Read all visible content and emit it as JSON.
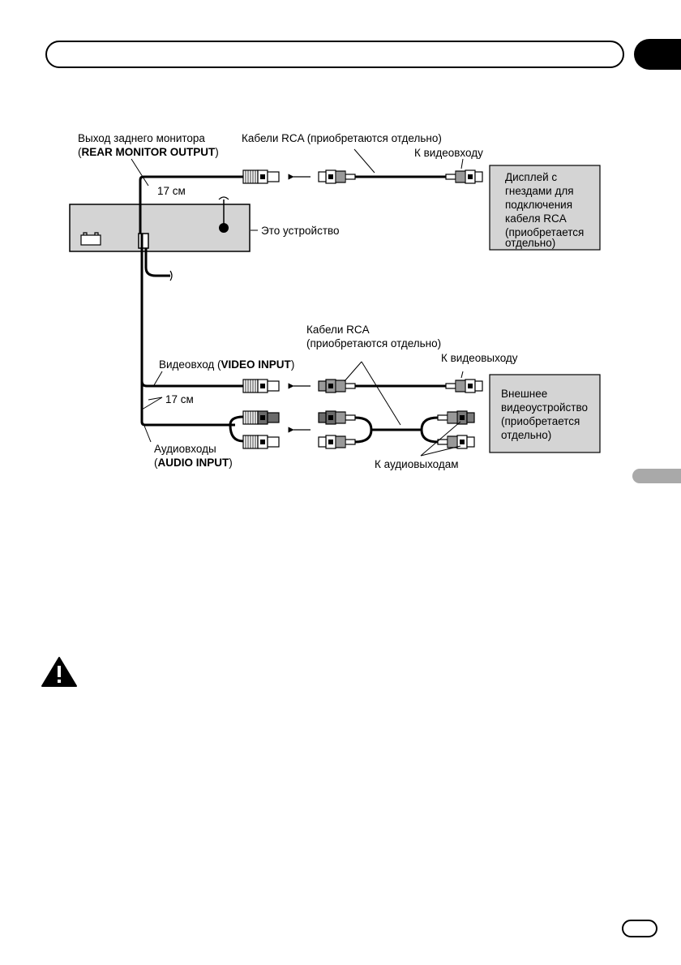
{
  "diagram": {
    "rear_monitor_label": "Выход заднего монитора",
    "rear_monitor_output": "REAR MONITOR OUTPUT",
    "rca_cables_top": "Кабели RCA (приобретаются отдельно)",
    "to_video_input": "К видеовходу",
    "display_box": [
      "Дисплей с",
      "гнездами для",
      "подключения",
      "кабеля RCA",
      "(приобретается",
      "отдельно)"
    ],
    "length_top": "17 см",
    "this_unit": "Это устройство",
    "rca_cables_bottom_1": "Кабели RCA",
    "rca_cables_bottom_2": "(приобретаются отдельно)",
    "video_input_label": "Видеовход (",
    "video_input_name": "VIDEO INPUT",
    "to_video_output": "К видеовыходу",
    "length_bottom": "17 см",
    "ext_device_box": [
      "Внешнее",
      "видеоустройство",
      "(приобретается",
      "отдельно)"
    ],
    "audio_inputs_label": "Аудиовходы",
    "audio_input_name": "AUDIO INPUT",
    "to_audio_outputs": "К аудиовыходам"
  },
  "colors": {
    "box_fill": "#d4d4d4",
    "plug_dark": "#7a7a7a",
    "plug_light": "#ffffff",
    "tab_gray": "#a9a9a9"
  }
}
